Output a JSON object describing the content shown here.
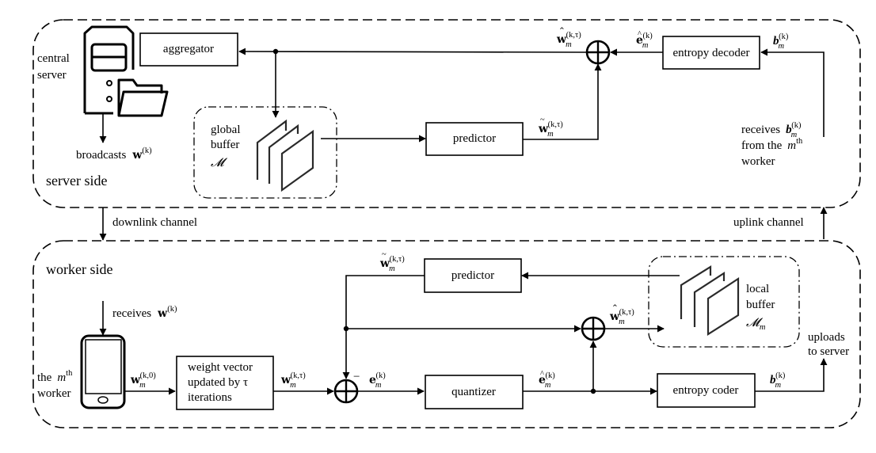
{
  "server": {
    "region_label": "server side",
    "central_server_label": [
      "central",
      "server"
    ],
    "aggregator_label": "aggregator",
    "broadcasts_label": "broadcasts",
    "global_buffer_label": [
      "global",
      "buffer"
    ],
    "global_buffer_symbol": "𝓜",
    "predictor_label": "predictor",
    "entropy_decoder_label": "entropy decoder",
    "receives_label": [
      "receives",
      "from the",
      "worker"
    ]
  },
  "channels": {
    "downlink_label": "downlink channel",
    "uplink_label": "uplink channel"
  },
  "worker": {
    "region_label": "worker side",
    "receives_label": "receives",
    "worker_label": [
      "the",
      "worker"
    ],
    "update_box_label": [
      "weight vector",
      "updated by τ",
      "iterations"
    ],
    "predictor_label": "predictor",
    "quantizer_label": "quantizer",
    "entropy_coder_label": "entropy coder",
    "local_buffer_label": [
      "local",
      "buffer"
    ],
    "local_buffer_symbol": "𝓜",
    "local_buffer_subscript": "m",
    "uploads_label": [
      "uploads",
      "to server"
    ]
  },
  "symbols": {
    "w": "w",
    "e": "e",
    "b": "b",
    "m": "m",
    "th": "th",
    "sup_k": "(k)",
    "sup_k0": "(k,0)",
    "sup_ktau": "(k,τ)",
    "minus": "−",
    "hat": "^",
    "tilde": "~",
    "wide_hat": "⌃"
  }
}
